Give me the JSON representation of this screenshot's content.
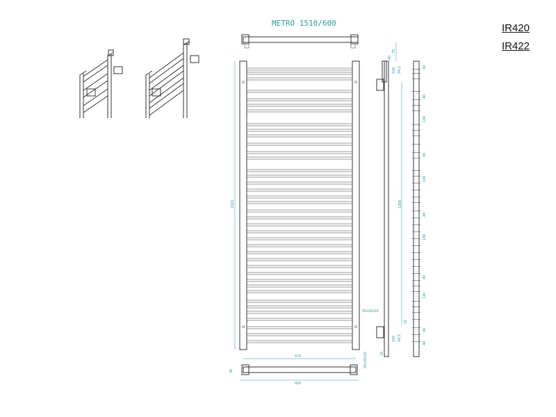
{
  "title": "METRO 1510/600",
  "codes": [
    "IR420",
    "IR422"
  ],
  "dimensions": {
    "height_total": "1510",
    "width_inner": "570",
    "width_total": "600",
    "depth": "30",
    "side_height": "1300",
    "top_offset": "75",
    "top_small": "40",
    "side_short": "105",
    "side_short_b": "94,5",
    "pitch": "40",
    "gap": "130",
    "bracket": "20x20x15",
    "bottom_small": "21",
    "side_bottom": "105",
    "side_bottom_b": "94,5",
    "bottom_gap": "40",
    "foot": "70"
  },
  "colors": {
    "line": "#333333",
    "dimension": "#2a9a9a",
    "text": "#111111"
  }
}
